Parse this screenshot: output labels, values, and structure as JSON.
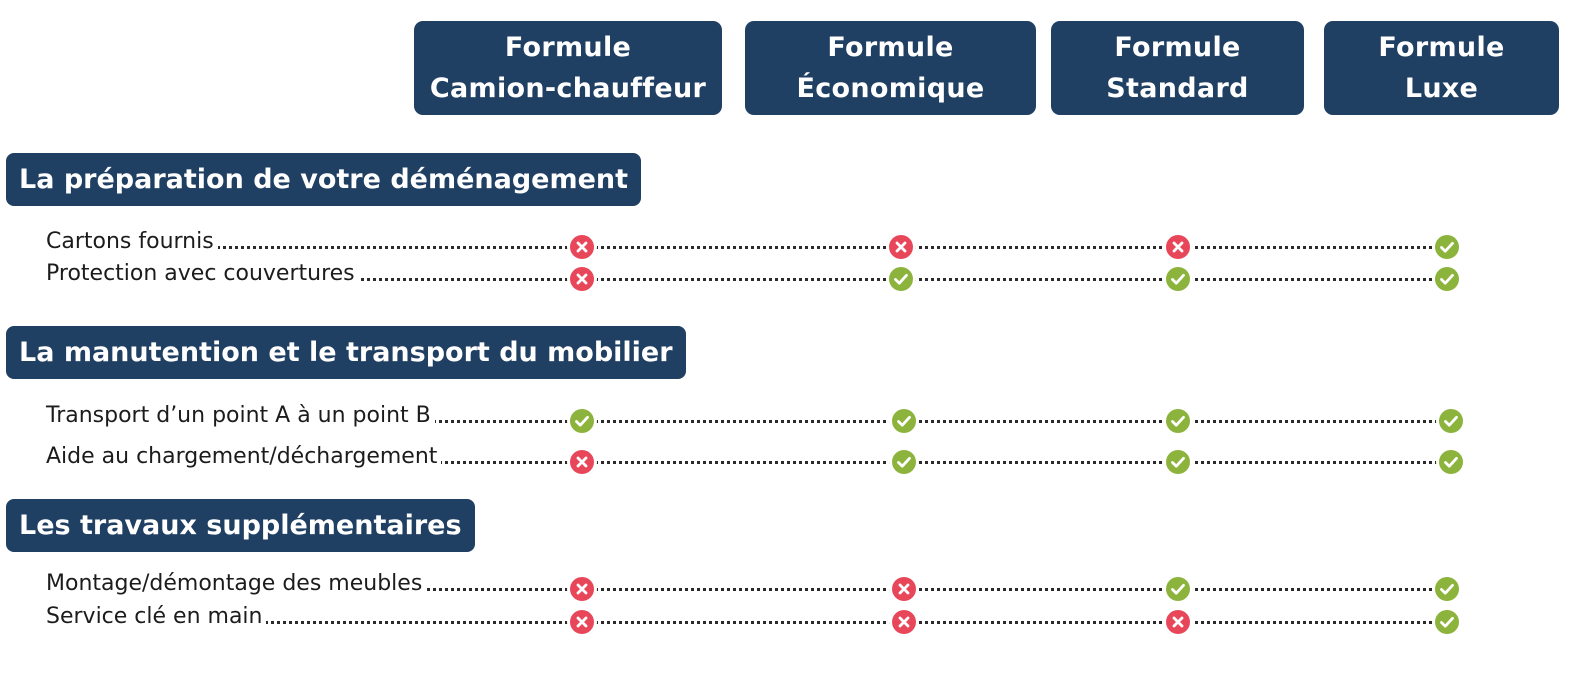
{
  "plans": [
    {
      "line1": "Formule",
      "line2": "Camion-chauffeur"
    },
    {
      "line1": "Formule",
      "line2": "Économique"
    },
    {
      "line1": "Formule",
      "line2": "Standard"
    },
    {
      "line1": "Formule",
      "line2": "Luxe"
    }
  ],
  "colors": {
    "header_bg": "#1f3f63",
    "included": "#8cb33c",
    "excluded": "#e8475a"
  },
  "icons": {
    "included": "check-circle-icon",
    "excluded": "cross-circle-icon"
  },
  "sections": [
    {
      "title": "La préparation de votre déménagement",
      "rows": [
        {
          "label": "Cartons fournis",
          "values": [
            false,
            false,
            false,
            true
          ]
        },
        {
          "label": "Protection avec couvertures",
          "values": [
            false,
            true,
            true,
            true
          ]
        }
      ]
    },
    {
      "title": "La manutention et le transport du mobilier",
      "rows": [
        {
          "label": "Transport d’un point A à un point B",
          "values": [
            true,
            true,
            true,
            true
          ]
        },
        {
          "label": "Aide au chargement/déchargement",
          "values": [
            false,
            true,
            true,
            true
          ]
        }
      ]
    },
    {
      "title": "Les travaux supplémentaires",
      "rows": [
        {
          "label": "Montage/démontage des meubles",
          "values": [
            false,
            false,
            true,
            true
          ]
        },
        {
          "label": "Service clé en main",
          "values": [
            false,
            false,
            false,
            true
          ]
        }
      ]
    }
  ]
}
